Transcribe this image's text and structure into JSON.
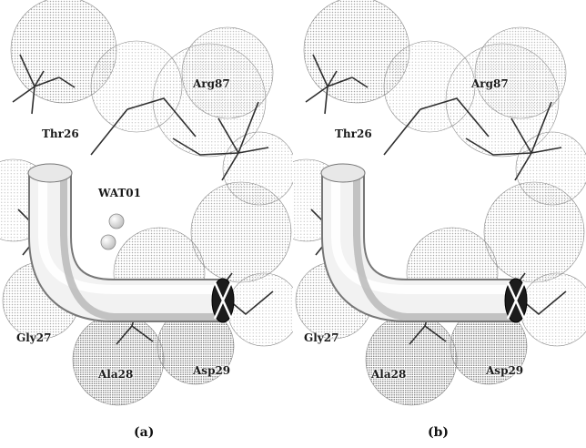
{
  "panels": [
    {
      "id": "a",
      "caption": "(a)",
      "labels": {
        "thr": "Thr26",
        "arg": "Arg87",
        "wat": "WAT01",
        "gly": "Gly27",
        "ala": "Ala28",
        "asp": "Asp29"
      },
      "has_water": true
    },
    {
      "id": "b",
      "caption": "(b)",
      "labels": {
        "thr": "Thr26",
        "arg": "Arg87",
        "gly": "Gly27",
        "ala": "Ala28",
        "asp": "Asp29"
      },
      "has_water": false
    }
  ]
}
